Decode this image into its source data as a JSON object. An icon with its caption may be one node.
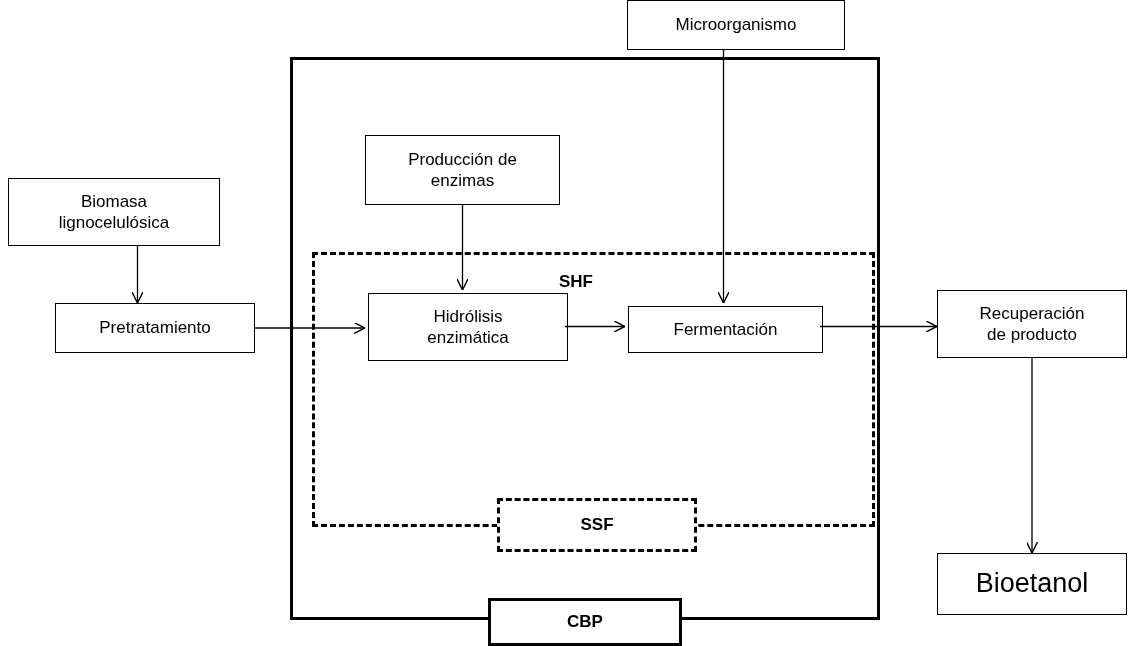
{
  "diagram": {
    "nodes": [
      {
        "text": [
          "Microorganismo"
        ]
      },
      {
        "text": [
          "CBP"
        ]
      },
      {
        "text": [
          "Producción de enzimas"
        ],
        "in": 1
      },
      {
        "text": [
          "Biomasa lignocelulósica"
        ]
      },
      {
        "text": [
          "SHF"
        ],
        "in": 1
      },
      {
        "text": [
          "Pretratamiento"
        ]
      },
      {
        "text": [
          "Hidrólisis enzimática"
        ],
        "in": 4
      },
      {
        "text": [
          "Fermentación"
        ],
        "in": 4
      },
      {
        "text": [
          "Recuperación de producto"
        ]
      },
      {
        "text": [
          "SSF"
        ],
        "in": 1
      },
      {
        "text": [
          "Bioetanol"
        ]
      }
    ],
    "edges": [
      {
        "from": 3,
        "to": 5,
        "arrow": "to"
      },
      {
        "from": 5,
        "to": 6,
        "arrow": "to"
      },
      {
        "from": 2,
        "to": 6,
        "arrow": "to"
      },
      {
        "from": 0,
        "to": 7,
        "arrow": "to"
      },
      {
        "from": 6,
        "to": 7,
        "arrow": "to"
      },
      {
        "from": 7,
        "to": 8,
        "arrow": "to"
      },
      {
        "from": 8,
        "to": 10,
        "arrow": "to"
      }
    ]
  }
}
